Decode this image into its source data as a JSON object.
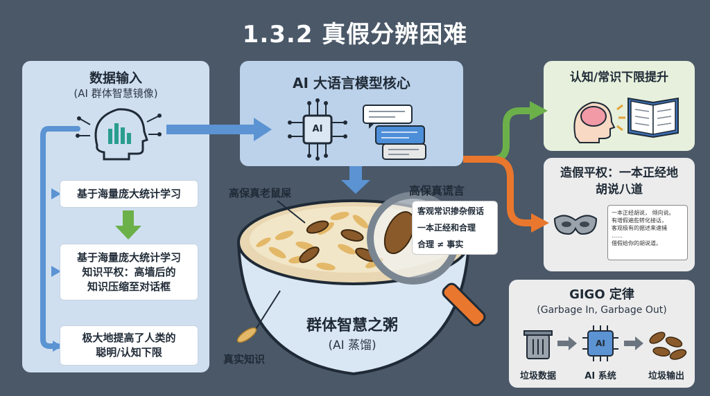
{
  "title": "1.3.2 真假分辨困难",
  "left": {
    "title": "数据输入",
    "subtitle": "(AI 群体智慧镜像)",
    "box1": "基于海量庞大统计学习",
    "box2": [
      "基于海量庞大统计学习",
      "知识平权：高墙后的",
      "知识压缩至对话框"
    ],
    "box3": [
      "极大地提高了人类的",
      "聪明/认知下限"
    ]
  },
  "center": {
    "title": "AI 大语言模型核心",
    "chip_label": "AI"
  },
  "bowl": {
    "title": "群体智慧之粥",
    "subtitle": "(AI 蒸馏)",
    "label_rat": "高保真老鼠屎",
    "label_true": "真实知识",
    "mag_title": "高保真谎言",
    "mag_items": [
      "客观常识掺杂假话",
      "一本正经和合理",
      "合理 ≠ 事实"
    ]
  },
  "right_top": {
    "title": "认知/常识下限提升"
  },
  "right_mid": {
    "title": [
      "造假平权：一本正经地",
      "胡说八道"
    ],
    "note_lines": [
      "一本正经胡说，  倾向说。",
      "有增假遍些转化接话，",
      "客观极有的据述来速捕",
      "……",
      "借假给你的胡说道。"
    ]
  },
  "right_bottom": {
    "title": "GIGO 定律",
    "subtitle": "(Garbage In, Garbage Out)",
    "labels": [
      "垃圾数据",
      "AI 系统",
      "垃圾输出"
    ],
    "chip_label": "AI"
  },
  "colors": {
    "background": "#4a5868",
    "arrow_blue": "#5b93d3",
    "arrow_green": "#6cb04a",
    "arrow_orange": "#e9772d"
  }
}
